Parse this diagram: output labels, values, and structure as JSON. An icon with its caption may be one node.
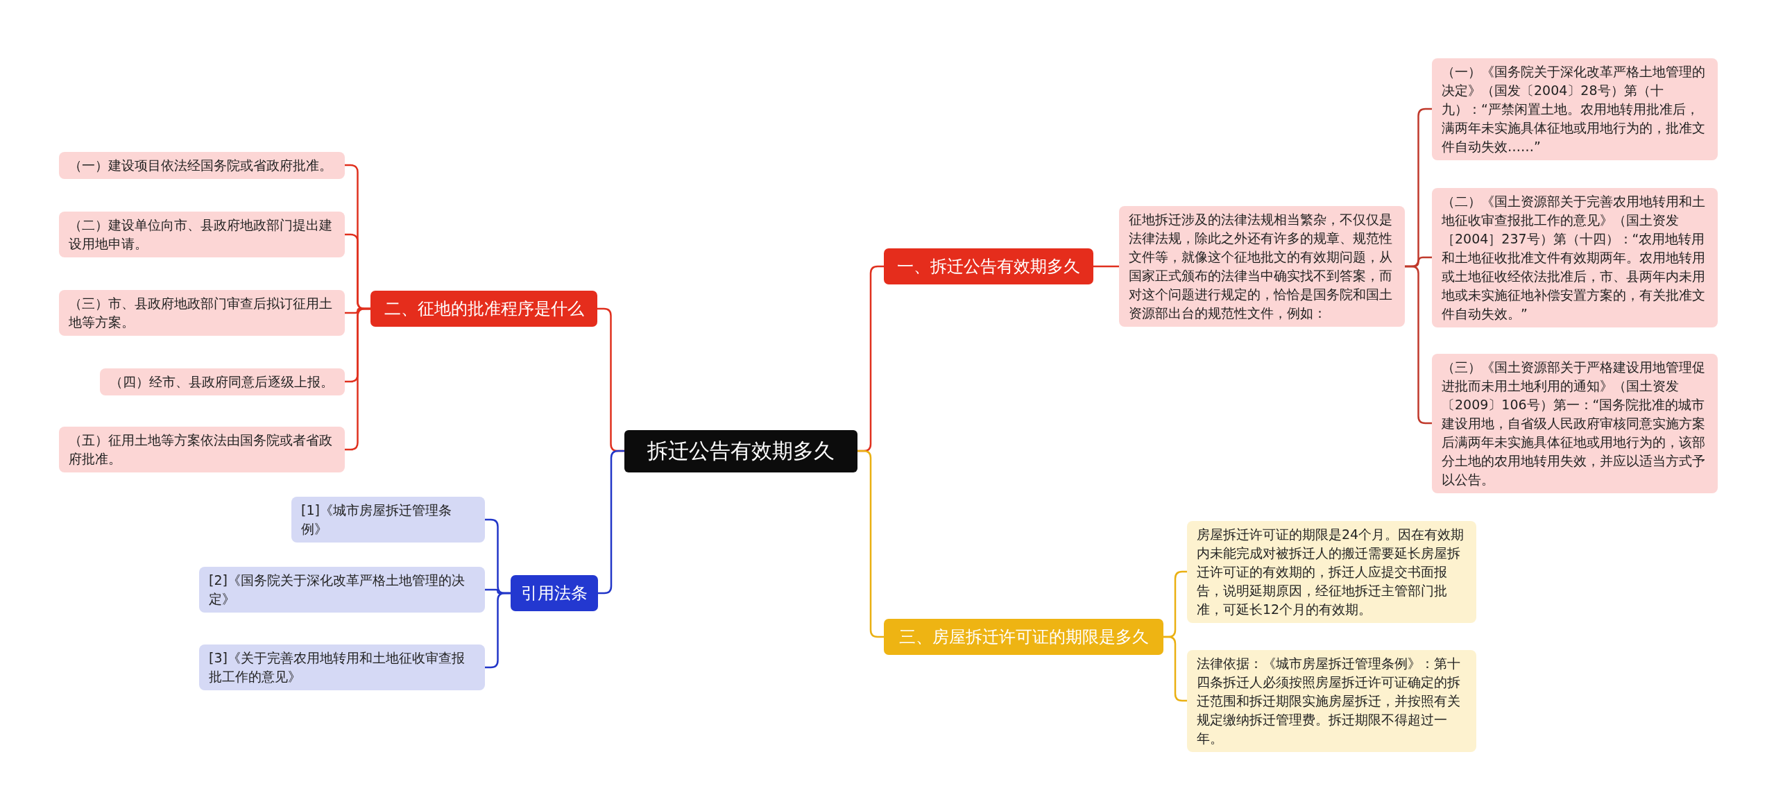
{
  "diagram": {
    "nodes": [
      {
        "text": [
          "拆迁公告有效期多久"
        ]
      },
      {
        "text": [
          "一、拆迁公告有效期多久"
        ]
      },
      {
        "text": [
          "征地拆迁涉及的法律法规相当繁杂，不仅仅是法律法规，除此之外还有许多的规章、规范性文件等，就像这个征地批文的有效期问题，从国家正式颁布的法律当中确实找不到答案，而对这个问题进行规定的，恰恰是国务院和国土资源部出台的规范性文件，例如："
        ]
      },
      {
        "text": [
          "（一）《国务院关于深化改革严格土地管理的决定》（国发〔2004〕28号）第（十九）：“严禁闲置土地。农用地转用批准后，满两年未实施具体征地或用地行为的，批准文件自动失效……”"
        ]
      },
      {
        "text": [
          "（二）《国土资源部关于完善农用地转用和土地征收审查报批工作的意见》（国土资发［2004］237号）第（十四）：“农用地转用和土地征收批准文件有效期两年。农用地转用或土地征收经依法批准后，市、县两年内未用地或未实施征地补偿安置方案的，有关批准文件自动失效。”"
        ]
      },
      {
        "text": [
          "（三）《国土资源部关于严格建设用地管理促进批而未用土地利用的通知》（国土资发〔2009〕106号）第一：“国务院批准的城市建设用地，自省级人民政府审核同意实施方案后满两年未实施具体征地或用地行为的，该部分土地的农用地转用失效，并应以适当方式予以公告。"
        ]
      },
      {
        "text": [
          "三、房屋拆迁许可证的期限是多久"
        ]
      },
      {
        "text": [
          "房屋拆迁许可证的期限是24个月。因在有效期内未能完成对被拆迁人的搬迁需要延长房屋拆迁许可证的有效期的，拆迁人应提交书面报告，说明延期原因，经征地拆迁主管部门批准，可延长12个月的有效期。"
        ]
      },
      {
        "text": [
          "法律依据：《城市房屋拆迁管理条例》：第十四条拆迁人必须按照房屋拆迁许可证确定的拆迁范围和拆迁期限实施房屋拆迁，并按照有关规定缴纳拆迁管理费。拆迁期限不得超过一年。"
        ]
      },
      {
        "text": [
          "二、征地的批准程序是什么"
        ]
      },
      {
        "text": [
          "（一）建设项目依法经国务院或省政府批准。"
        ]
      },
      {
        "text": [
          "（二）建设单位向市、县政府地政部门提出建设用地申请。"
        ]
      },
      {
        "text": [
          "（三）市、县政府地政部门审查后拟订征用土地等方案。"
        ]
      },
      {
        "text": [
          "（四）经市、县政府同意后逐级上报。"
        ]
      },
      {
        "text": [
          "（五）征用土地等方案依法由国务院或者省政府批准。"
        ]
      },
      {
        "text": [
          "引用法条"
        ]
      },
      {
        "text": [
          "[1]《城市房屋拆迁管理条例》"
        ]
      },
      {
        "text": [
          "[2]《国务院关于深化改革严格土地管理的决定》"
        ]
      },
      {
        "text": [
          "[3]《关于完善农用地转用和土地征收审查报批工作的意见》"
        ]
      }
    ],
    "edges": [
      {
        "from": 0,
        "to": 1,
        "arrow": "none",
        "color": "#e0301e"
      },
      {
        "from": 1,
        "to": 2,
        "arrow": "none",
        "color": "#e0301e"
      },
      {
        "from": 2,
        "to": 3,
        "arrow": "none",
        "color": "#c0392b"
      },
      {
        "from": 2,
        "to": 4,
        "arrow": "none",
        "color": "#c0392b"
      },
      {
        "from": 2,
        "to": 5,
        "arrow": "none",
        "color": "#c0392b"
      },
      {
        "from": 0,
        "to": 6,
        "arrow": "none",
        "color": "#eab012"
      },
      {
        "from": 6,
        "to": 7,
        "arrow": "none",
        "color": "#eab012"
      },
      {
        "from": 6,
        "to": 8,
        "arrow": "none",
        "color": "#eab012"
      },
      {
        "from": 0,
        "to": 9,
        "arrow": "none",
        "color": "#e0301e"
      },
      {
        "from": 9,
        "to": 10,
        "arrow": "none",
        "color": "#e0301e"
      },
      {
        "from": 9,
        "to": 11,
        "arrow": "none",
        "color": "#e0301e"
      },
      {
        "from": 9,
        "to": 12,
        "arrow": "none",
        "color": "#e0301e"
      },
      {
        "from": 9,
        "to": 13,
        "arrow": "none",
        "color": "#e0301e"
      },
      {
        "from": 9,
        "to": 14,
        "arrow": "none",
        "color": "#e0301e"
      },
      {
        "from": 0,
        "to": 15,
        "arrow": "none",
        "color": "#2236c8"
      },
      {
        "from": 15,
        "to": 16,
        "arrow": "none",
        "color": "#2236c8"
      },
      {
        "from": 15,
        "to": 17,
        "arrow": "none",
        "color": "#2236c8"
      },
      {
        "from": 15,
        "to": 18,
        "arrow": "none",
        "color": "#2236c8"
      }
    ]
  }
}
